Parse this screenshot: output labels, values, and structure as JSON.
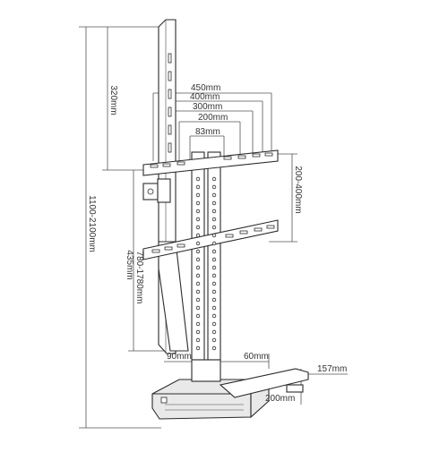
{
  "dimensions": {
    "total_height": "1100-2100mm",
    "top_section": "320mm",
    "vesa_450": "450mm",
    "vesa_400": "400mm",
    "vesa_300": "300mm",
    "vesa_200": "200mm",
    "center_83": "83mm",
    "vertical_vesa": "200-400mm",
    "lift_range": "780-1780mm",
    "side_435": "435mm",
    "base_90": "90mm",
    "base_60": "60mm",
    "foot_157": "157mm",
    "foot_200": "200mm"
  },
  "colors": {
    "line": "#2b2b2b",
    "dimension": "#555555",
    "fill_gray": "#e9e9e9"
  }
}
